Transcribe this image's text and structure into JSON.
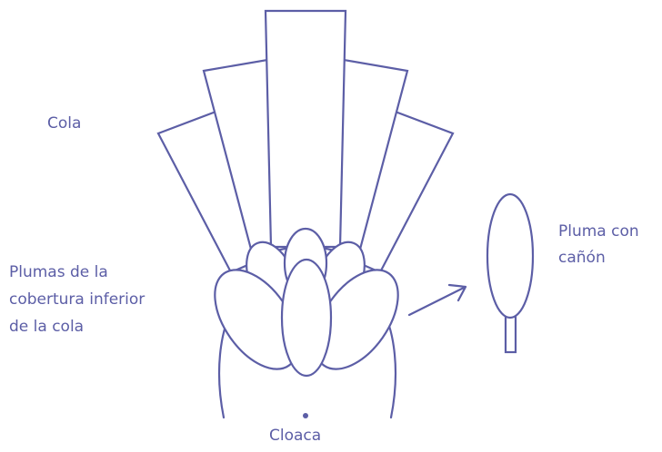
{
  "diagram": {
    "line_color": "#5c5ea6",
    "background": "#ffffff",
    "labels": {
      "tail": "Cola",
      "undertail_coverts": [
        "Plumas de la",
        "cobertura inferior",
        "de la cola"
      ],
      "quill_feather": [
        "Pluma con",
        "cañón"
      ],
      "cloaca": "Cloaca"
    }
  }
}
